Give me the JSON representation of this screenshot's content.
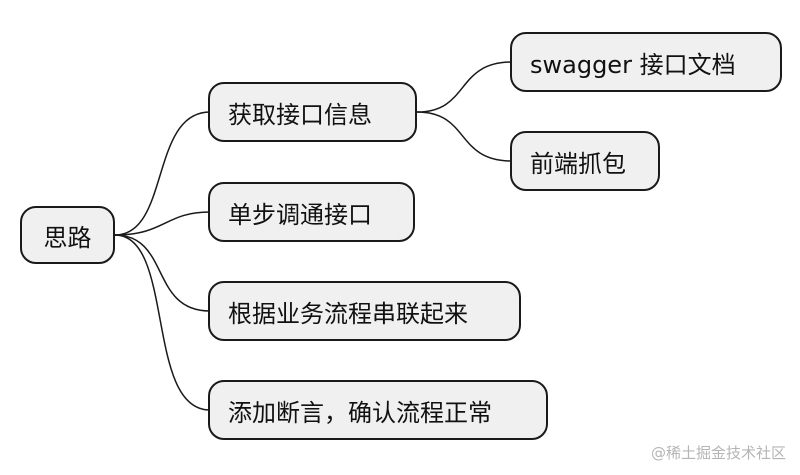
{
  "mindmap": {
    "root": "思路",
    "branches": [
      {
        "label": "获取接口信息",
        "children": [
          "swagger 接口文档",
          "前端抓包"
        ]
      },
      {
        "label": "单步调通接口"
      },
      {
        "label": "根据业务流程串联起来"
      },
      {
        "label": "添加断言，确认流程正常"
      }
    ]
  },
  "watermark": "@稀土掘金技术社区"
}
